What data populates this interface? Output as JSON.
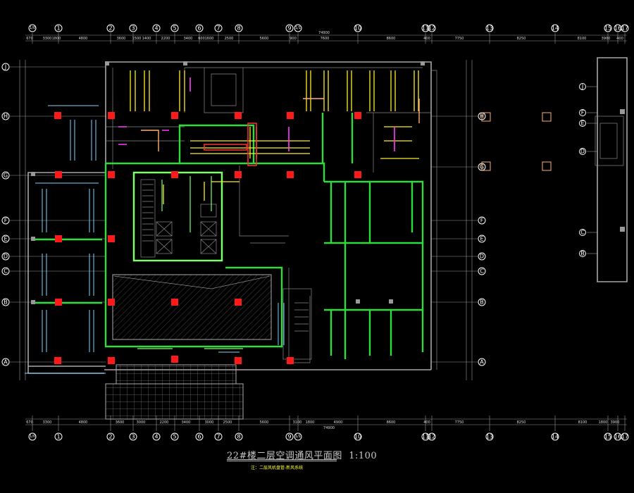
{
  "drawing": {
    "title": "22#楼二层空调通风平面图",
    "scale": "1:100",
    "note": "注：二层风机盘管-新风系统"
  },
  "axes": {
    "columns": [
      "1/0",
      "1",
      "2",
      "3",
      "4",
      "5",
      "6",
      "7",
      "8",
      "9",
      "1/1",
      "10",
      "11",
      "12",
      "13",
      "14",
      "15",
      "16",
      "17"
    ],
    "rows_left": [
      "J",
      "H",
      "G",
      "F",
      "E",
      "D",
      "C",
      "B",
      "A"
    ],
    "rows_right": [
      "H",
      "G",
      "F",
      "E",
      "D",
      "C",
      "B",
      "A"
    ],
    "rows_far_right": [
      "J",
      "F",
      "E",
      "D",
      "C",
      "B"
    ]
  },
  "dimensions": {
    "top": [
      "670",
      "3300",
      "1800",
      "4800",
      "3600",
      "1500",
      "1400",
      "2200",
      "3400",
      "600",
      "1600",
      "2500",
      "5600",
      "900",
      "7600",
      "8600",
      "400",
      "7750",
      "8250",
      "8100",
      "3900",
      "400"
    ],
    "top_total": "74900",
    "bottom": [
      "670",
      "3300",
      "4800",
      "3600",
      "3000",
      "2200",
      "3400",
      "3000",
      "2500",
      "5600",
      "3100",
      "1800",
      "4900",
      "8600",
      "400",
      "7750",
      "8250",
      "8100",
      "1800",
      "3900"
    ],
    "bottom_total": "74900"
  },
  "colors": {
    "background": "#000000",
    "supply_duct": "#2fdc3a",
    "fan_coil": "#ffee22",
    "exhaust": "#ff3cff",
    "column": "#ff1a1a",
    "walls": "#a8a8a8"
  }
}
